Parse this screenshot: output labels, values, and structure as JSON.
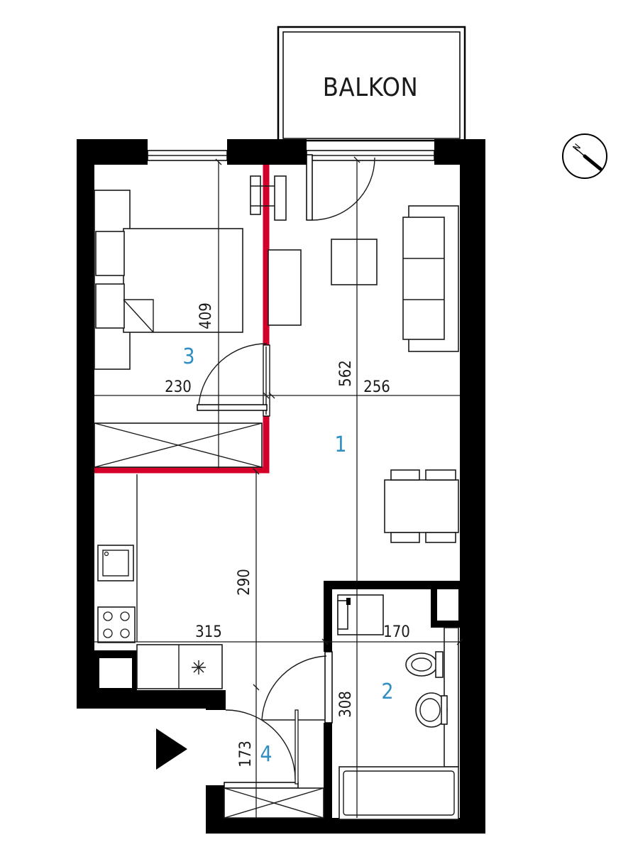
{
  "balcony_label": "BALKON",
  "rooms": [
    {
      "id": "1",
      "label": "1"
    },
    {
      "id": "2",
      "label": "2"
    },
    {
      "id": "3",
      "label": "3"
    },
    {
      "id": "4",
      "label": "4"
    }
  ],
  "dimensions": {
    "d409": "409",
    "d230": "230",
    "d562": "562",
    "d256": "256",
    "d290": "290",
    "d315": "315",
    "d170": "170",
    "d308": "308",
    "d173": "173"
  },
  "compass": {
    "letter": "N",
    "icon": "compass-icon"
  },
  "entrance": {
    "icon": "entrance-arrow-icon"
  },
  "colors": {
    "highlight_wall": "#d4002a",
    "room_label": "#2f8fc2",
    "walls": "#000000"
  }
}
